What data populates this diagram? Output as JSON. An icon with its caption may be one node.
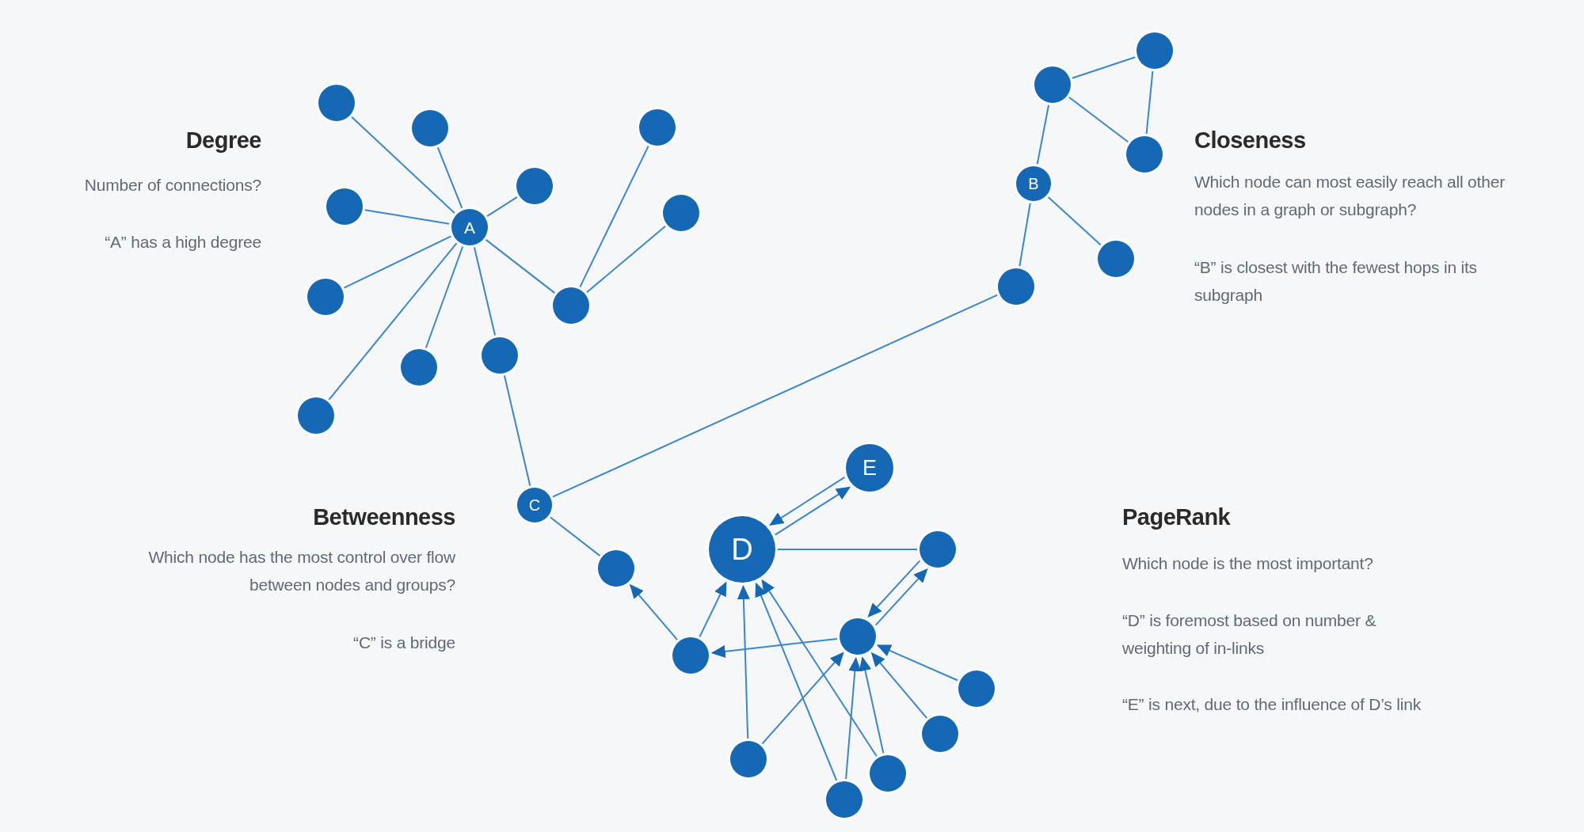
{
  "diagram": {
    "nodes": [
      {
        "text": [
          "A"
        ]
      },
      {
        "text": [],
        "shape": "circle"
      },
      {
        "text": [],
        "shape": "circle"
      },
      {
        "text": [],
        "shape": "circle"
      },
      {
        "text": [],
        "shape": "circle"
      },
      {
        "text": [],
        "shape": "circle"
      },
      {
        "text": [],
        "shape": "circle"
      },
      {
        "text": [],
        "shape": "circle"
      },
      {
        "text": [],
        "shape": "circle"
      },
      {
        "text": [],
        "shape": "circle"
      },
      {
        "text": [],
        "shape": "circle"
      },
      {
        "text": [],
        "shape": "circle"
      },
      {
        "text": [],
        "shape": "circle"
      },
      {
        "text": [],
        "shape": "circle"
      },
      {
        "text": [],
        "shape": "circle"
      },
      {
        "text": [
          "B"
        ]
      },
      {
        "text": [],
        "shape": "circle"
      },
      {
        "text": [],
        "shape": "circle"
      },
      {
        "text": [
          "C"
        ]
      },
      {
        "text": [
          "E"
        ]
      },
      {
        "text": [
          "D"
        ]
      },
      {
        "text": [],
        "shape": "circle"
      },
      {
        "text": [],
        "shape": "circle"
      },
      {
        "text": [],
        "shape": "circle"
      },
      {
        "text": [],
        "shape": "circle"
      },
      {
        "text": [],
        "shape": "circle"
      },
      {
        "text": [],
        "shape": "circle"
      },
      {
        "text": [],
        "shape": "circle"
      },
      {
        "text": [],
        "shape": "circle"
      },
      {
        "text": [],
        "shape": "circle"
      }
    ],
    "edges": [
      {
        "from": 0,
        "to": 1,
        "arrow": "none"
      },
      {
        "from": 0,
        "to": 2,
        "arrow": "none"
      },
      {
        "from": 0,
        "to": 3,
        "arrow": "none"
      },
      {
        "from": 0,
        "to": 4,
        "arrow": "none"
      },
      {
        "from": 0,
        "to": 5,
        "arrow": "none"
      },
      {
        "from": 0,
        "to": 6,
        "arrow": "none"
      },
      {
        "from": 0,
        "to": 7,
        "arrow": "none"
      },
      {
        "from": 0,
        "to": 8,
        "arrow": "none"
      },
      {
        "from": 0,
        "to": 9,
        "arrow": "none"
      },
      {
        "from": 9,
        "to": 10,
        "arrow": "none"
      },
      {
        "from": 9,
        "to": 11,
        "arrow": "none"
      },
      {
        "from": 12,
        "to": 13,
        "arrow": "none"
      },
      {
        "from": 12,
        "to": 14,
        "arrow": "none"
      },
      {
        "from": 13,
        "to": 14,
        "arrow": "none"
      },
      {
        "from": 12,
        "to": 15,
        "arrow": "none"
      },
      {
        "from": 15,
        "to": 16,
        "arrow": "none"
      },
      {
        "from": 15,
        "to": 17,
        "arrow": "none"
      },
      {
        "from": 17,
        "to": 18,
        "arrow": "none"
      },
      {
        "from": 8,
        "to": 18,
        "arrow": "none"
      },
      {
        "from": 18,
        "to": 22,
        "arrow": "none"
      },
      {
        "from": 20,
        "to": 19,
        "arrow": "to"
      },
      {
        "from": 19,
        "to": 20,
        "arrow": "to"
      },
      {
        "from": 21,
        "to": 20,
        "arrow": "none"
      },
      {
        "from": 24,
        "to": 22,
        "arrow": "to"
      },
      {
        "from": 24,
        "to": 20,
        "arrow": "to"
      },
      {
        "from": 23,
        "to": 21,
        "arrow": "to"
      },
      {
        "from": 21,
        "to": 23,
        "arrow": "to"
      },
      {
        "from": 23,
        "to": 24,
        "arrow": "to"
      },
      {
        "from": 28,
        "to": 20,
        "arrow": "to"
      },
      {
        "from": 29,
        "to": 20,
        "arrow": "to"
      },
      {
        "from": 27,
        "to": 20,
        "arrow": "to"
      },
      {
        "from": 28,
        "to": 23,
        "arrow": "to"
      },
      {
        "from": 29,
        "to": 23,
        "arrow": "to"
      },
      {
        "from": 27,
        "to": 23,
        "arrow": "to"
      },
      {
        "from": 26,
        "to": 23,
        "arrow": "to"
      },
      {
        "from": 25,
        "to": 23,
        "arrow": "to"
      }
    ],
    "labels": [
      "Degree",
      "Number of connections?",
      "“A” has a high degree",
      "Closeness",
      "Which node can most easily reach all other nodes in a graph or subgraph?",
      "“B” is closest with the fewest hops in its subgraph",
      "Betweenness",
      "Which node has the most control over flow between nodes and groups?",
      "“C” is a bridge",
      "PageRank",
      "Which node is the most important?",
      "“D” is foremost based on number & weighting of in-links",
      "“E” is next, due to the influence of D’s link"
    ]
  }
}
